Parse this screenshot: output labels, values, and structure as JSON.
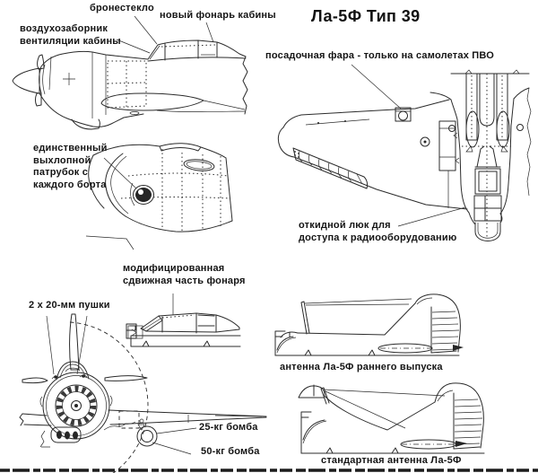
{
  "title": "Ла-5Ф Тип 39",
  "colors": {
    "ink": "#2b2b2b",
    "paper": "#ffffff"
  },
  "annotations": {
    "armored_glass": "бронестекло",
    "new_canopy": "новый фонарь кабины",
    "vent_intake": [
      "воздухозаборник",
      "вентиляции кабины"
    ],
    "landing_light": "посадочная фара - только на самолетах ПВО",
    "single_exhaust": [
      "единственный",
      "выхлопной",
      "патрубок с",
      "каждого борта"
    ],
    "radio_hatch": [
      "откидной люк для",
      "доступа к радиооборудованию"
    ],
    "modified_canopy": [
      "модифицированная",
      "сдвижная часть фонаря"
    ],
    "cannons": "2 х 20-мм пушки",
    "early_antenna": "антенна Ла-5Ф раннего выпуска",
    "bomb_25": "25-кг бомба",
    "bomb_50": "50-кг бомба",
    "standard_antenna": "стандартная антенна Ла-5Ф"
  }
}
